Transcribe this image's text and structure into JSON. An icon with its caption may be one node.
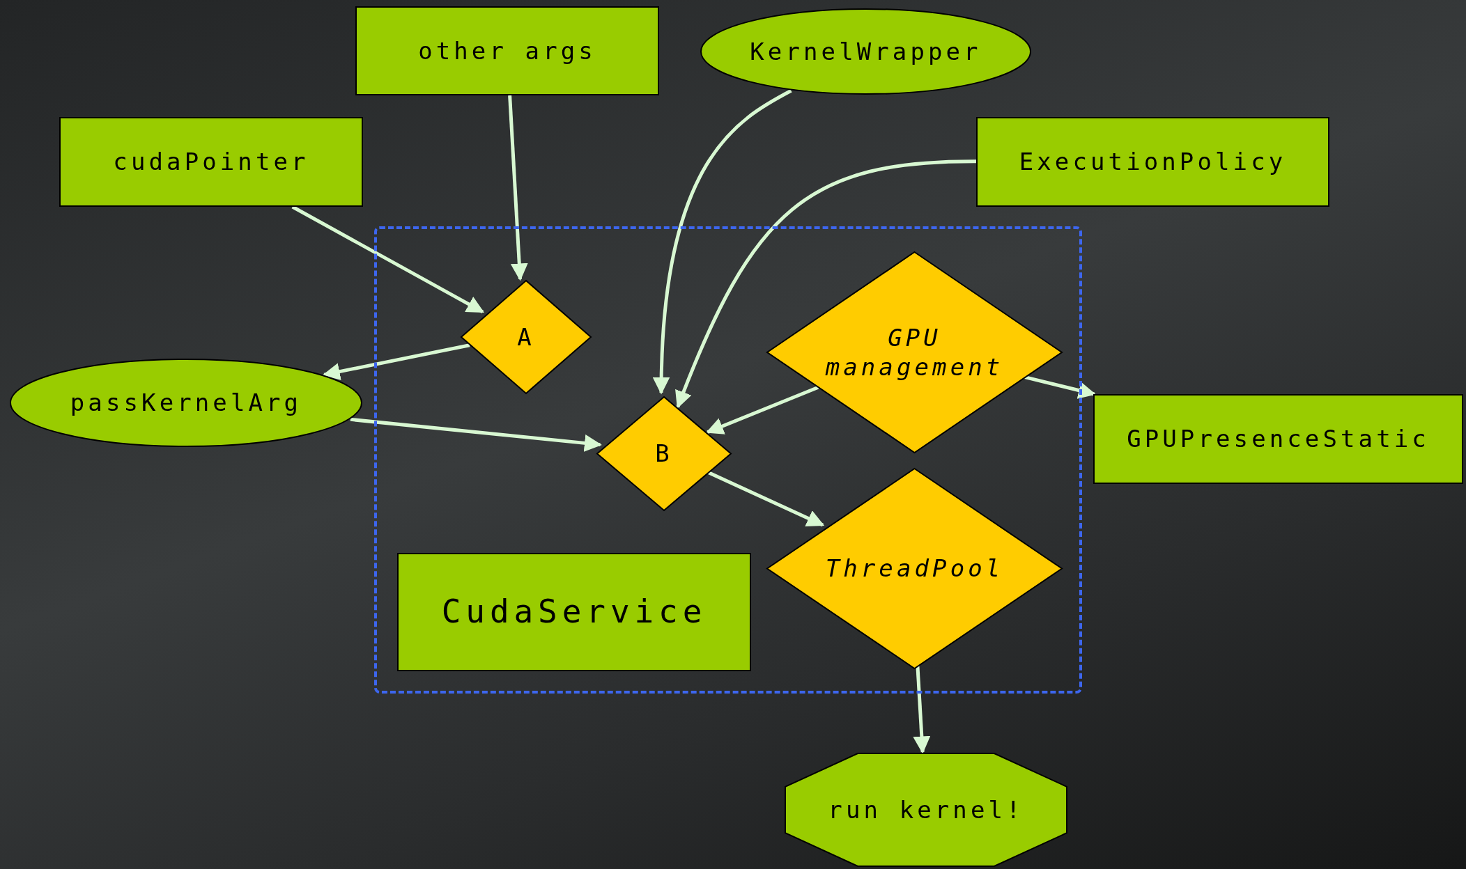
{
  "diagram": {
    "nodes": [
      {
        "text": [
          "other args"
        ]
      },
      {
        "text": [
          "KernelWrapper"
        ]
      },
      {
        "text": [
          "cudaPointer"
        ]
      },
      {
        "text": [
          "ExecutionPolicy"
        ]
      },
      {
        "text": [],
        "shape": "box"
      },
      {
        "text": [
          "A"
        ],
        "in": 4
      },
      {
        "text": [
          "GPU management"
        ],
        "in": 4
      },
      {
        "text": [
          "passKernelArg"
        ]
      },
      {
        "text": [
          "B"
        ],
        "in": 4
      },
      {
        "text": [
          "GPUPresenceStatic"
        ]
      },
      {
        "text": [
          "ThreadPool"
        ],
        "in": 4
      },
      {
        "text": [
          "CudaService"
        ],
        "in": 4
      },
      {
        "text": [
          "run kernel!"
        ]
      }
    ],
    "edges": [
      {
        "from": 0,
        "to": 5,
        "arrow": "to"
      },
      {
        "from": 2,
        "to": 5,
        "arrow": "to"
      },
      {
        "from": 5,
        "to": 7,
        "arrow": "to"
      },
      {
        "from": 1,
        "to": 8,
        "arrow": "to"
      },
      {
        "from": 3,
        "to": 8,
        "arrow": "to"
      },
      {
        "from": 6,
        "to": 8,
        "arrow": "to"
      },
      {
        "from": 7,
        "to": 8,
        "arrow": "to"
      },
      {
        "from": 6,
        "to": 9,
        "arrow": "to"
      },
      {
        "from": 8,
        "to": 10,
        "arrow": "to"
      },
      {
        "from": 10,
        "to": 12,
        "arrow": "to"
      }
    ]
  }
}
